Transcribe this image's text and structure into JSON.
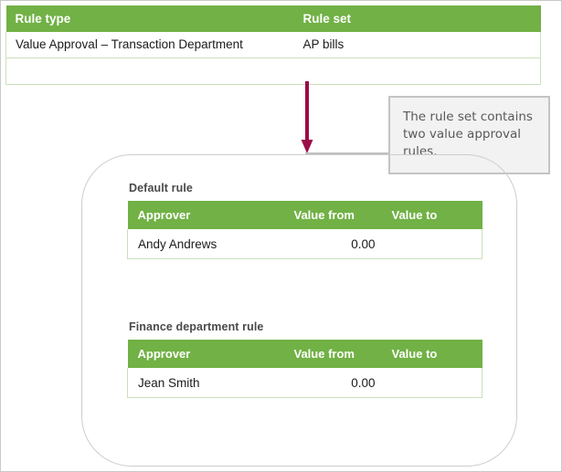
{
  "colors": {
    "header_green": "#71b145",
    "arrow_maroon": "#9c0b46",
    "callout_bg": "#f2f2f2",
    "callout_border": "#c4c4c4",
    "container_border": "#cdcdcd",
    "table_cell_border": "#cbe0bb"
  },
  "top_table": {
    "headers": {
      "rule_type": "Rule type",
      "rule_set": "Rule set"
    },
    "rows": [
      {
        "rule_type": "Value Approval – Transaction Department",
        "rule_set": "AP bills"
      },
      {
        "rule_type": "",
        "rule_set": ""
      }
    ]
  },
  "callout": {
    "text": "The rule set contains two value approval rules."
  },
  "rule_sections": [
    {
      "caption": "Default rule",
      "headers": {
        "approver": "Approver",
        "value_from": "Value from",
        "value_to": "Value to"
      },
      "rows": [
        {
          "approver": "Andy Andrews",
          "value_from": "0.00",
          "value_to": ""
        }
      ]
    },
    {
      "caption": "Finance department rule",
      "headers": {
        "approver": "Approver",
        "value_from": "Value from",
        "value_to": "Value to"
      },
      "rows": [
        {
          "approver": "Jean Smith",
          "value_from": "0.00",
          "value_to": ""
        }
      ]
    }
  ]
}
